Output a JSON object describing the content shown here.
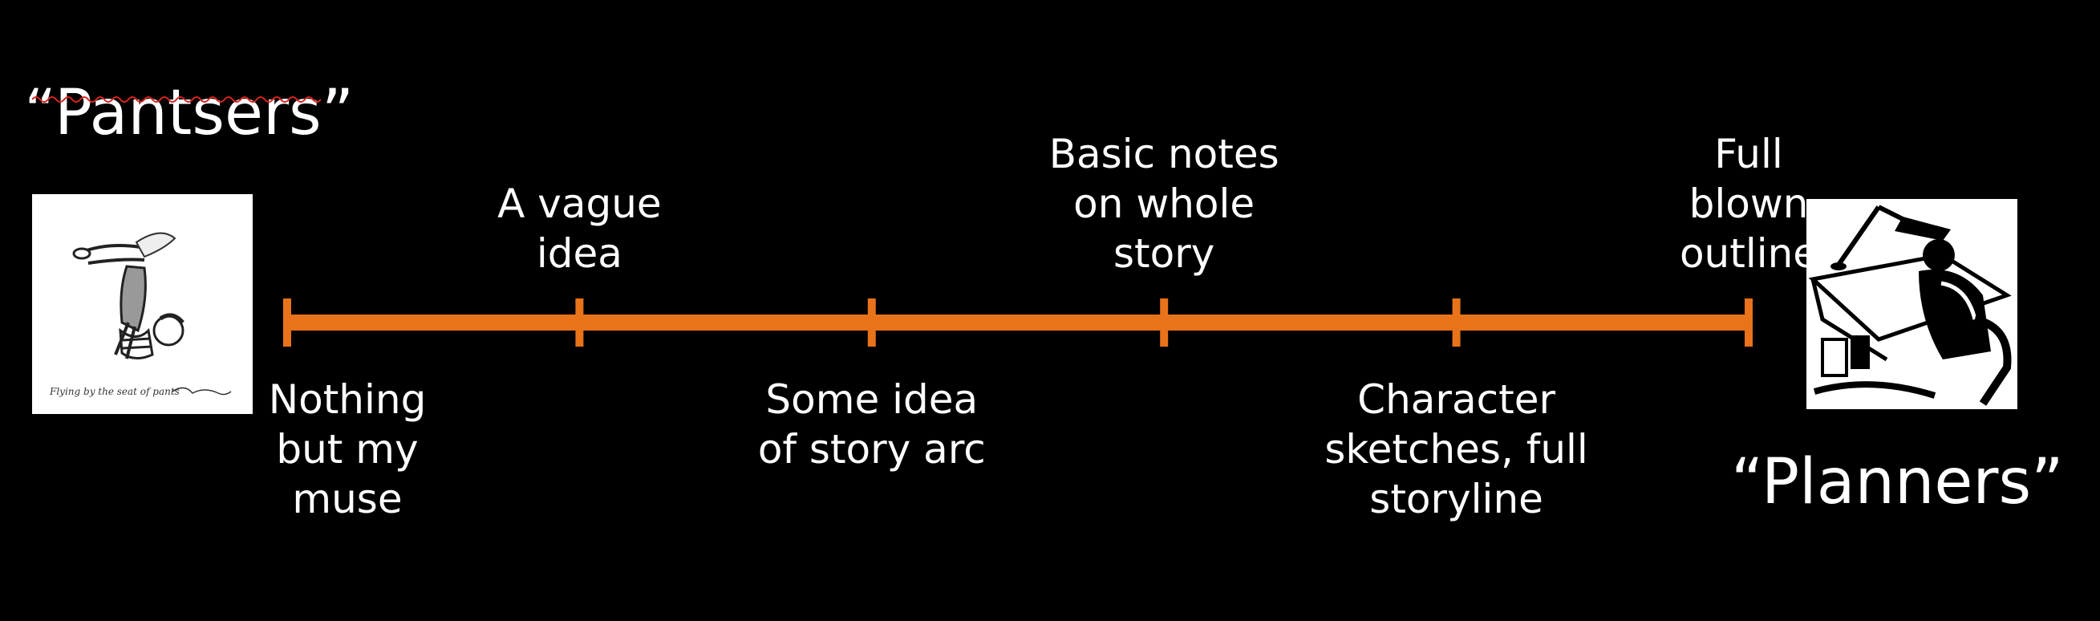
{
  "left_heading": "“Pantsers”",
  "right_heading": "“Planners”",
  "left_image": {
    "icon": "handstand-figure-cartoon",
    "caption": "Flying by the seat of pants",
    "signature": "Signature"
  },
  "right_image": {
    "icon": "writer-at-desk-lamp-illustration"
  },
  "timeline": {
    "color": "#E8731A",
    "points": [
      {
        "label": "Nothing\nbut my\nmuse",
        "position": 0,
        "side": "below"
      },
      {
        "label": "A vague\nidea",
        "position": 1,
        "side": "above"
      },
      {
        "label": "Some idea\nof story arc",
        "position": 2,
        "side": "below"
      },
      {
        "label": "Basic notes\non whole\nstory",
        "position": 3,
        "side": "above"
      },
      {
        "label": "Character\nsketches, full\nstoryline",
        "position": 4,
        "side": "below"
      },
      {
        "label": "Full\nblown\noutline",
        "position": 5,
        "side": "above"
      }
    ]
  }
}
